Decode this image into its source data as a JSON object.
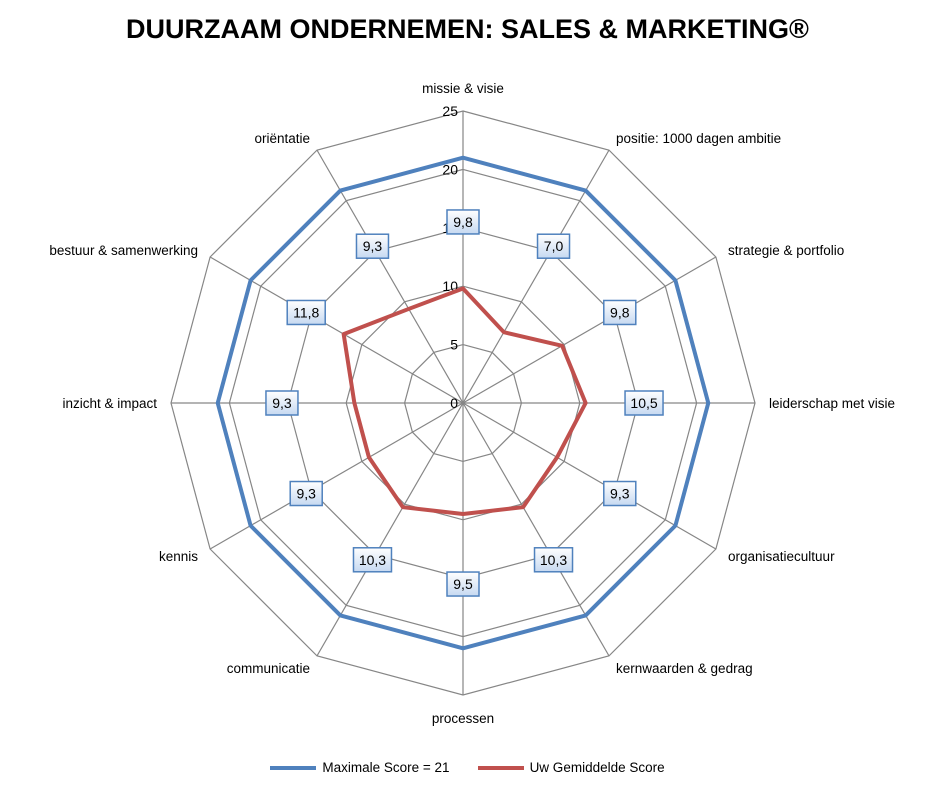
{
  "chart_data": {
    "type": "radar",
    "title": "DUURZAAM ONDERNEMEN: SALES & MARKETING®",
    "categories": [
      "missie & visie",
      "positie: 1000 dagen ambitie",
      "strategie & portfolio",
      "leiderschap met visie",
      "organisatiecultuur",
      "kernwaarden & gedrag",
      "processen",
      "communicatie",
      "kennis",
      "inzicht & impact",
      "bestuur & samenwerking",
      "oriëntatie"
    ],
    "rlim": [
      0,
      25
    ],
    "ticks": [
      "0",
      "5",
      "10",
      "15",
      "20",
      "25"
    ],
    "tick_values": [
      0,
      5,
      10,
      15,
      20,
      25
    ],
    "series": [
      {
        "name": "Maximale Score = 21",
        "color": "#4f81bd",
        "values": [
          21,
          21,
          21,
          21,
          21,
          21,
          21,
          21,
          21,
          21,
          21,
          21
        ]
      },
      {
        "name": "Uw Gemiddelde Score",
        "color": "#c0504d",
        "values": [
          9.8,
          7.0,
          9.8,
          10.5,
          9.3,
          10.3,
          9.5,
          10.3,
          9.3,
          9.3,
          11.8,
          9.3
        ]
      }
    ],
    "data_labels": [
      "9,8",
      "7,0",
      "9,8",
      "10,5",
      "9,3",
      "10,3",
      "9,5",
      "10,3",
      "9,3",
      "9,3",
      "11,8",
      "9,3"
    ],
    "legend_position": "bottom",
    "grid": true
  }
}
